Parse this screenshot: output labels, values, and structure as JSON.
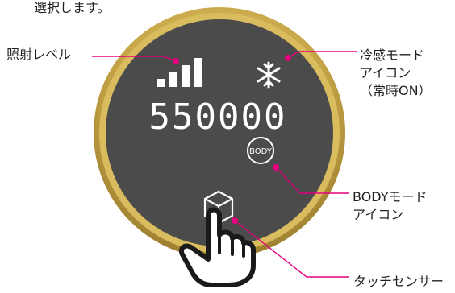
{
  "intro_text": "選択します。",
  "display": {
    "shot_count": "550000",
    "body_icon_text": "BODY"
  },
  "callouts": {
    "irradiation_level": "照射レベル",
    "cool_mode_icon": [
      "冷感モード",
      "アイコン",
      "（常時ON）"
    ],
    "body_mode_icon": [
      "BODYモード",
      "アイコン"
    ],
    "touch_sensor": "タッチセンサー"
  },
  "colors": {
    "leader_line": "#e4007f",
    "bezel_gold": "#c9a84a",
    "screen_gray": "#4a4a4a",
    "hand_outline": "#1a1a1a"
  },
  "icons": {
    "signal": "signal-bars-icon",
    "cool": "snowflake-icon",
    "touch": "cube-icon",
    "hand": "pointing-hand-icon"
  }
}
